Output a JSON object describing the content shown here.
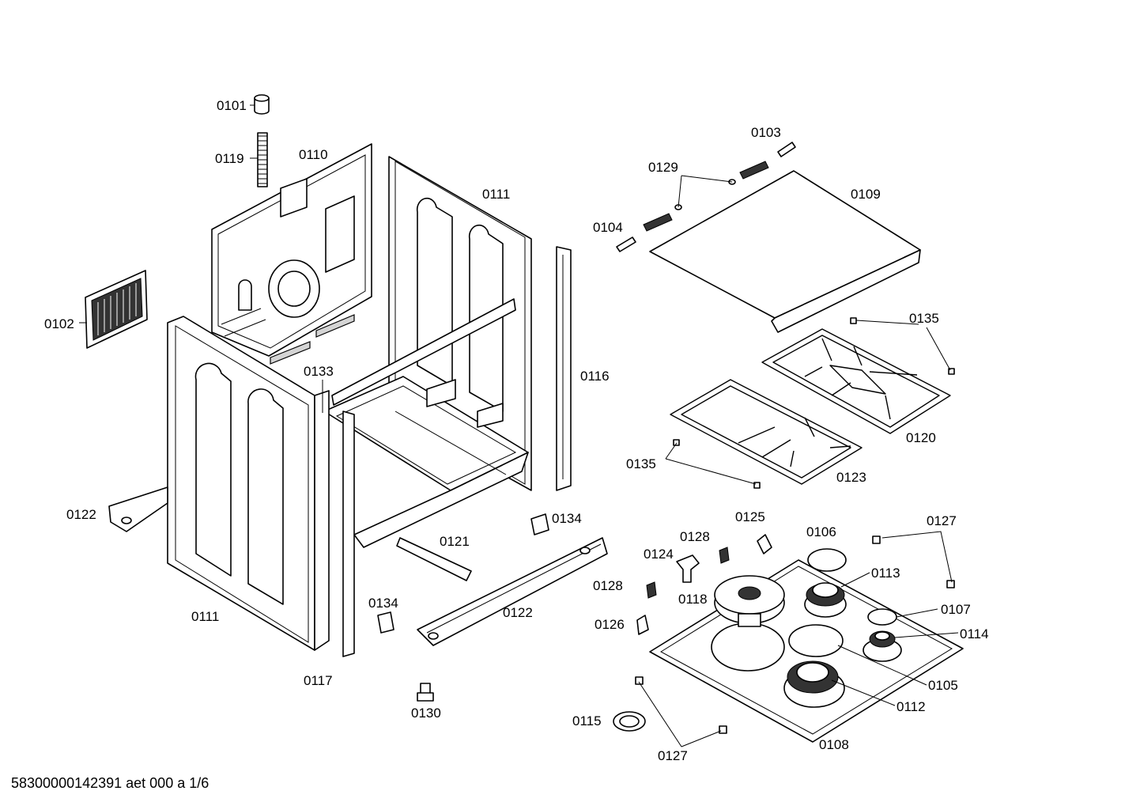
{
  "labels": {
    "l0101": "0101",
    "l0119": "0119",
    "l0110": "0110",
    "l0111a": "0111",
    "l0102": "0102",
    "l0133": "0133",
    "l0116": "0116",
    "l0122a": "0122",
    "l0121": "0121",
    "l0134a": "0134",
    "l0111b": "0111",
    "l0134b": "0134",
    "l0122b": "0122",
    "l0117": "0117",
    "l0130": "0130",
    "l0103": "0103",
    "l0129": "0129",
    "l0109": "0109",
    "l0104": "0104",
    "l0135a": "0135",
    "l0120": "0120",
    "l0135b": "0135",
    "l0123": "0123",
    "l0125": "0125",
    "l0127a": "0127",
    "l0106": "0106",
    "l0128a": "0128",
    "l0124": "0124",
    "l0113": "0113",
    "l0128b": "0128",
    "l0118": "0118",
    "l0107": "0107",
    "l0126": "0126",
    "l0114": "0114",
    "l0105": "0105",
    "l0112": "0112",
    "l0115": "0115",
    "l0108": "0108",
    "l0127b": "0127"
  },
  "footer": "58300000142391 aet 000 a 1/6"
}
